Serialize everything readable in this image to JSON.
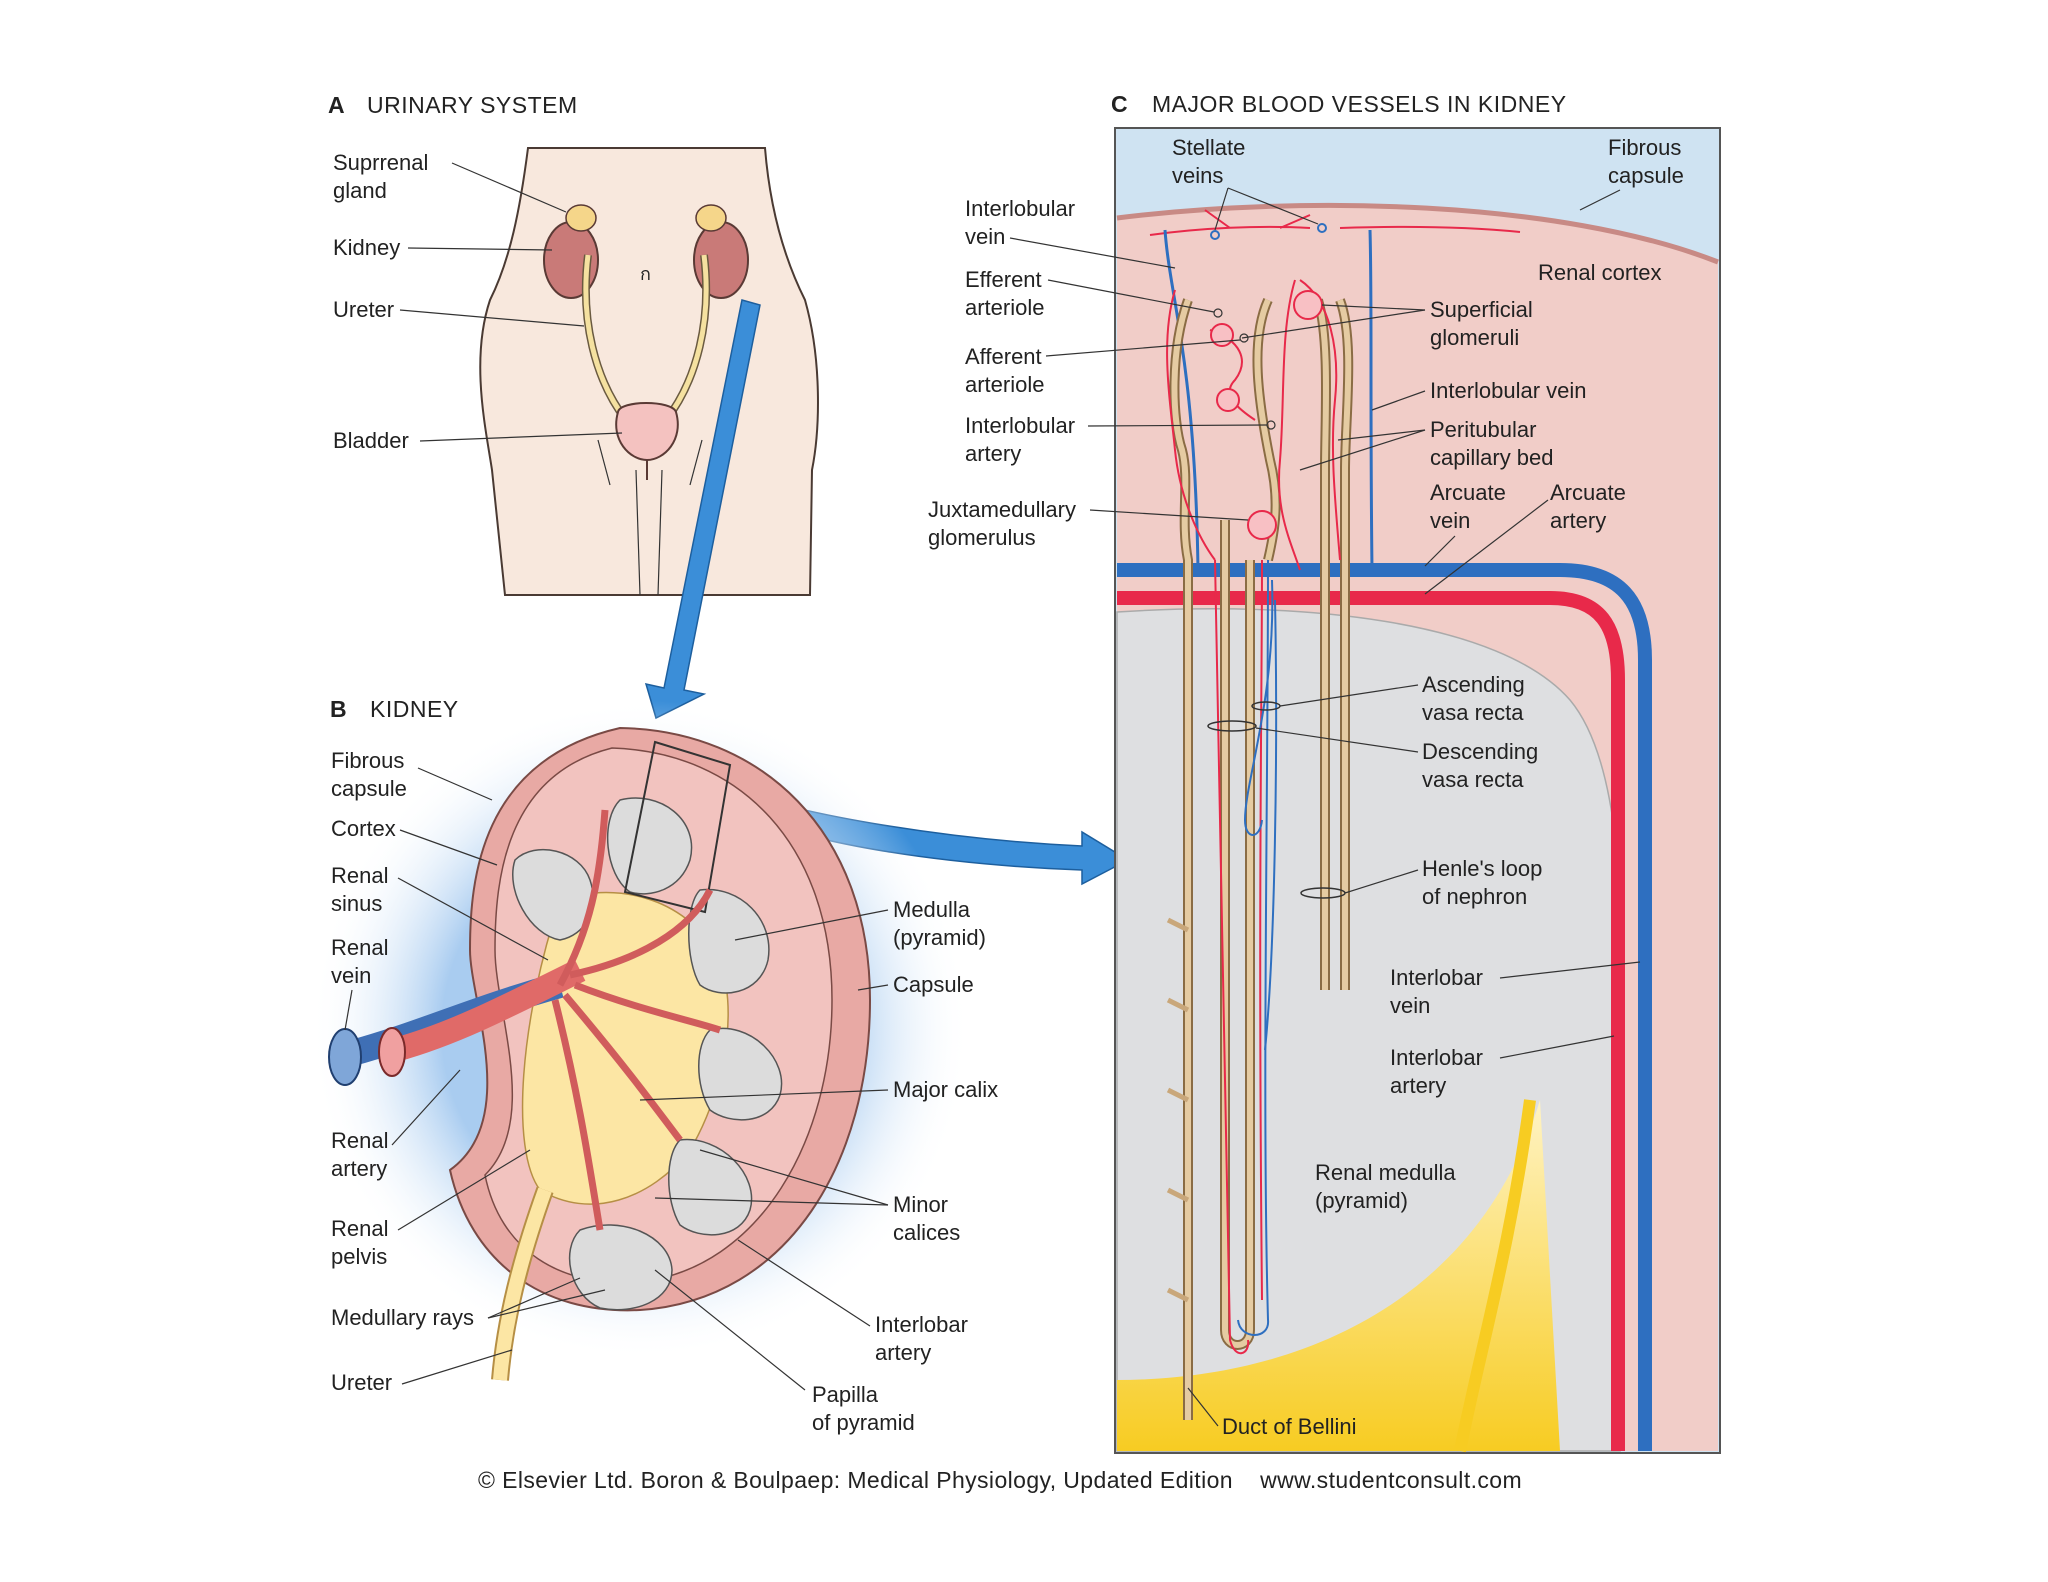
{
  "panel_a": {
    "letter": "A",
    "title": "URINARY SYSTEM",
    "labels": {
      "suprarenal_1": "Suprrenal",
      "suprarenal_2": "gland",
      "kidney": "Kidney",
      "ureter": "Ureter",
      "bladder": "Bladder"
    }
  },
  "panel_b": {
    "letter": "B",
    "title": "KIDNEY",
    "labels": {
      "fibrous_1": "Fibrous",
      "fibrous_2": "capsule",
      "cortex": "Cortex",
      "sinus_1": "Renal",
      "sinus_2": "sinus",
      "vein_1": "Renal",
      "vein_2": "vein",
      "artery_1": "Renal",
      "artery_2": "artery",
      "pelvis_1": "Renal",
      "pelvis_2": "pelvis",
      "medullary_rays": "Medullary rays",
      "ureter": "Ureter",
      "medulla_1": "Medulla",
      "medulla_2": "(pyramid)",
      "capsule": "Capsule",
      "major_calix": "Major calix",
      "minor_1": "Minor",
      "minor_2": "calices",
      "interlobar_1": "Interlobar",
      "interlobar_2": "artery",
      "papilla_1": "Papilla",
      "papilla_2": "of pyramid"
    }
  },
  "panel_c": {
    "letter": "C",
    "title": "MAJOR BLOOD VESSELS IN KIDNEY",
    "labels": {
      "stellate_1": "Stellate",
      "stellate_2": "veins",
      "fibrous_1": "Fibrous",
      "fibrous_2": "capsule",
      "renal_cortex": "Renal cortex",
      "il_vein_l1": "Interlobular",
      "il_vein_l2": "vein",
      "efferent_1": "Efferent",
      "efferent_2": "arteriole",
      "afferent_1": "Afferent",
      "afferent_2": "arteriole",
      "il_artery_1": "Interlobular",
      "il_artery_2": "artery",
      "juxta_1": "Juxtamedullary",
      "juxta_2": "glomerulus",
      "superficial_1": "Superficial",
      "superficial_2": "glomeruli",
      "il_vein_r": "Interlobular vein",
      "peritubular_1": "Peritubular",
      "peritubular_2": "capillary bed",
      "arcuate_vein_1": "Arcuate",
      "arcuate_vein_2": "vein",
      "arcuate_artery_1": "Arcuate",
      "arcuate_artery_2": "artery",
      "asc_1": "Ascending",
      "asc_2": "vasa recta",
      "desc_1": "Descending",
      "desc_2": "vasa recta",
      "henle_1": "Henle's loop",
      "henle_2": "of nephron",
      "ilobar_vein_1": "Interlobar",
      "ilobar_vein_2": "vein",
      "ilobar_artery_1": "Interlobar",
      "ilobar_artery_2": "artery",
      "medulla_1": "Renal medulla",
      "medulla_2": "(pyramid)",
      "bellini": "Duct of Bellini"
    }
  },
  "credit": {
    "text": "© Elsevier Ltd. Boron & Boulpaep: Medical Physiology, Updated Edition    www.studentconsult.com"
  },
  "colors": {
    "artery": "#e8294a",
    "vein": "#2e6fc0",
    "arrow": "#3b8ed8",
    "tubule": "#c9a77a",
    "cortex": "#f1cdc8",
    "medulla": "#dedfe1",
    "sky": "#cfe3f2",
    "bellini": "#f7cc22"
  }
}
